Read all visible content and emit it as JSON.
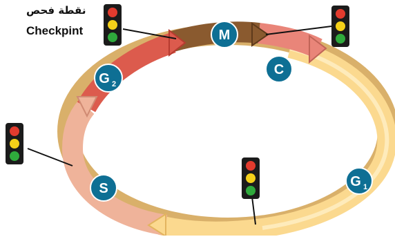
{
  "checkpoint": {
    "arabic_label": "نقطة فحص",
    "english_label": "Checkpint"
  },
  "phases": {
    "m": "M",
    "c": "C",
    "g1": "G",
    "g1_sub": "1",
    "g2": "G",
    "g2_sub": "2",
    "s": "S"
  },
  "colors": {
    "marker": "#0e6f94",
    "signal_red": "#e23b2e",
    "signal_yellow": "#f4d019",
    "signal_green": "#2faa3c",
    "band_m": "#8a5a2f",
    "band_c": "#e98579",
    "band_g1": "#fbd98f",
    "band_s": "#efb39a",
    "band_g2": "#dc5b4d"
  },
  "icons": [
    "traffic-light-icon",
    "arrow-head-icon"
  ]
}
